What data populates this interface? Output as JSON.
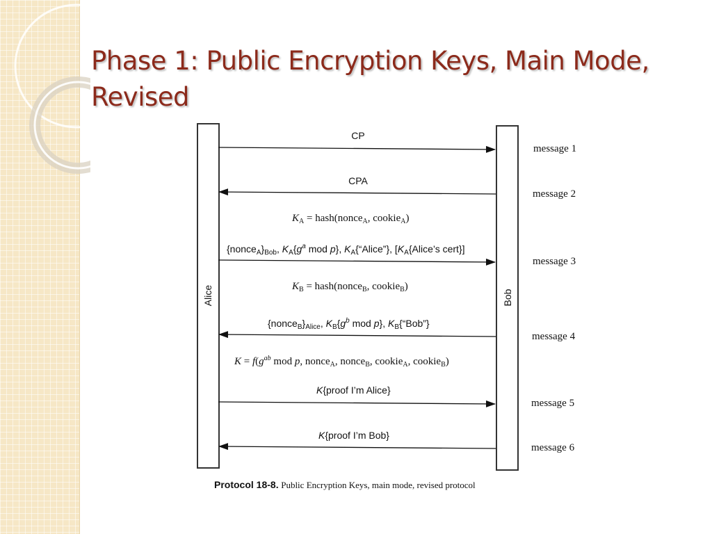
{
  "slide": {
    "title_line1": "Phase 1: Public Encryption Keys, Main Mode,",
    "title_line2": "Revised"
  },
  "diagram": {
    "left_party": "Alice",
    "right_party": "Bob",
    "messages": [
      {
        "label": "CP",
        "direction": "right",
        "number": "message 1"
      },
      {
        "label": "CPA",
        "direction": "left",
        "number": "message 2"
      },
      {
        "label": "{nonceA}Bob, KA{g^a mod p}, KA{“Alice”}, [KA{Alice’s cert}]",
        "direction": "right",
        "number": "message 3"
      },
      {
        "label": "{nonceB}Alice, KB{g^b mod p}, KB{“Bob”}",
        "direction": "left",
        "number": "message 4"
      },
      {
        "label": "K{proof I’m Alice}",
        "direction": "right",
        "number": "message 5"
      },
      {
        "label": "K{proof I’m Bob}",
        "direction": "left",
        "number": "message 6"
      }
    ],
    "formulas": {
      "ka": "KA = hash(nonceA, cookieA)",
      "kb": "KB = hash(nonceB, cookieB)",
      "k": "K = f(g^ab mod p, nonceA, nonceB, cookieA, cookieB)"
    },
    "caption_bold": "Protocol 18-8.",
    "caption_text": "Public Encryption Keys, main mode, revised protocol"
  },
  "colors": {
    "title": "#8c2a1b",
    "strip": "#f6e7c6"
  }
}
